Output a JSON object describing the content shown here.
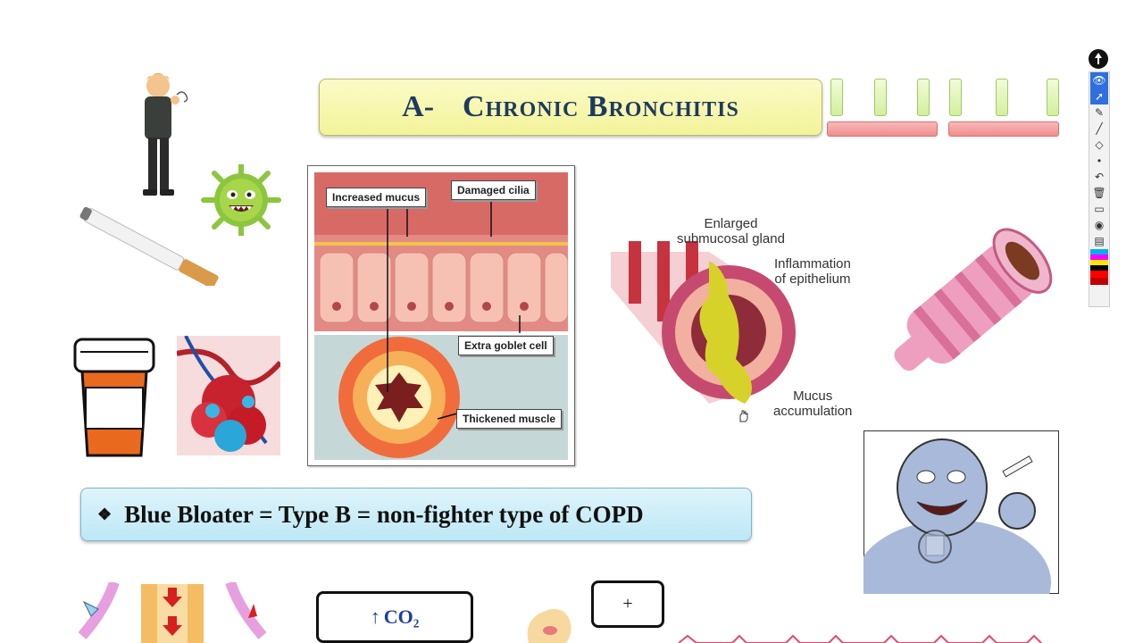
{
  "title": {
    "prefix": "A-",
    "text": "Chronic Bronchitis"
  },
  "figure": {
    "labels": {
      "increased_mucus": "Increased mucus",
      "damaged_cilia": "Damaged cilia",
      "extra_goblet": "Extra goblet cell",
      "thickened_muscle": "Thickened muscle"
    }
  },
  "diagram": {
    "enlarged_gland": [
      "Enlarged",
      "submucosal gland"
    ],
    "inflammation": [
      "Inflammation",
      "of epithelium"
    ],
    "mucus": [
      "Mucus",
      "accumulation"
    ]
  },
  "blue_box": {
    "bullet": "❖",
    "text": "Blue Bloater = Type B = non-fighter type of COPD"
  },
  "bottom": {
    "co2_arrow": "↑",
    "co2_text": "CO₂",
    "plus": "+"
  },
  "icons": {
    "pen": "pen-icon",
    "eye": "eye-icon",
    "cursor": "cursor-icon",
    "highlighter": "highlighter-icon",
    "line": "line-icon",
    "eraser": "eraser-icon",
    "dot": "dot-icon",
    "undo": "undo-icon",
    "trash": "trash-icon",
    "screen": "screen-icon",
    "camera": "camera-icon",
    "clipboard": "clipboard-icon"
  },
  "colors": {
    "title_text": "#1e3a5f",
    "palette": [
      "#00b0f0",
      "#ff00ff",
      "#ffe600",
      "#000000",
      "#ff0000",
      "#c00000"
    ]
  }
}
